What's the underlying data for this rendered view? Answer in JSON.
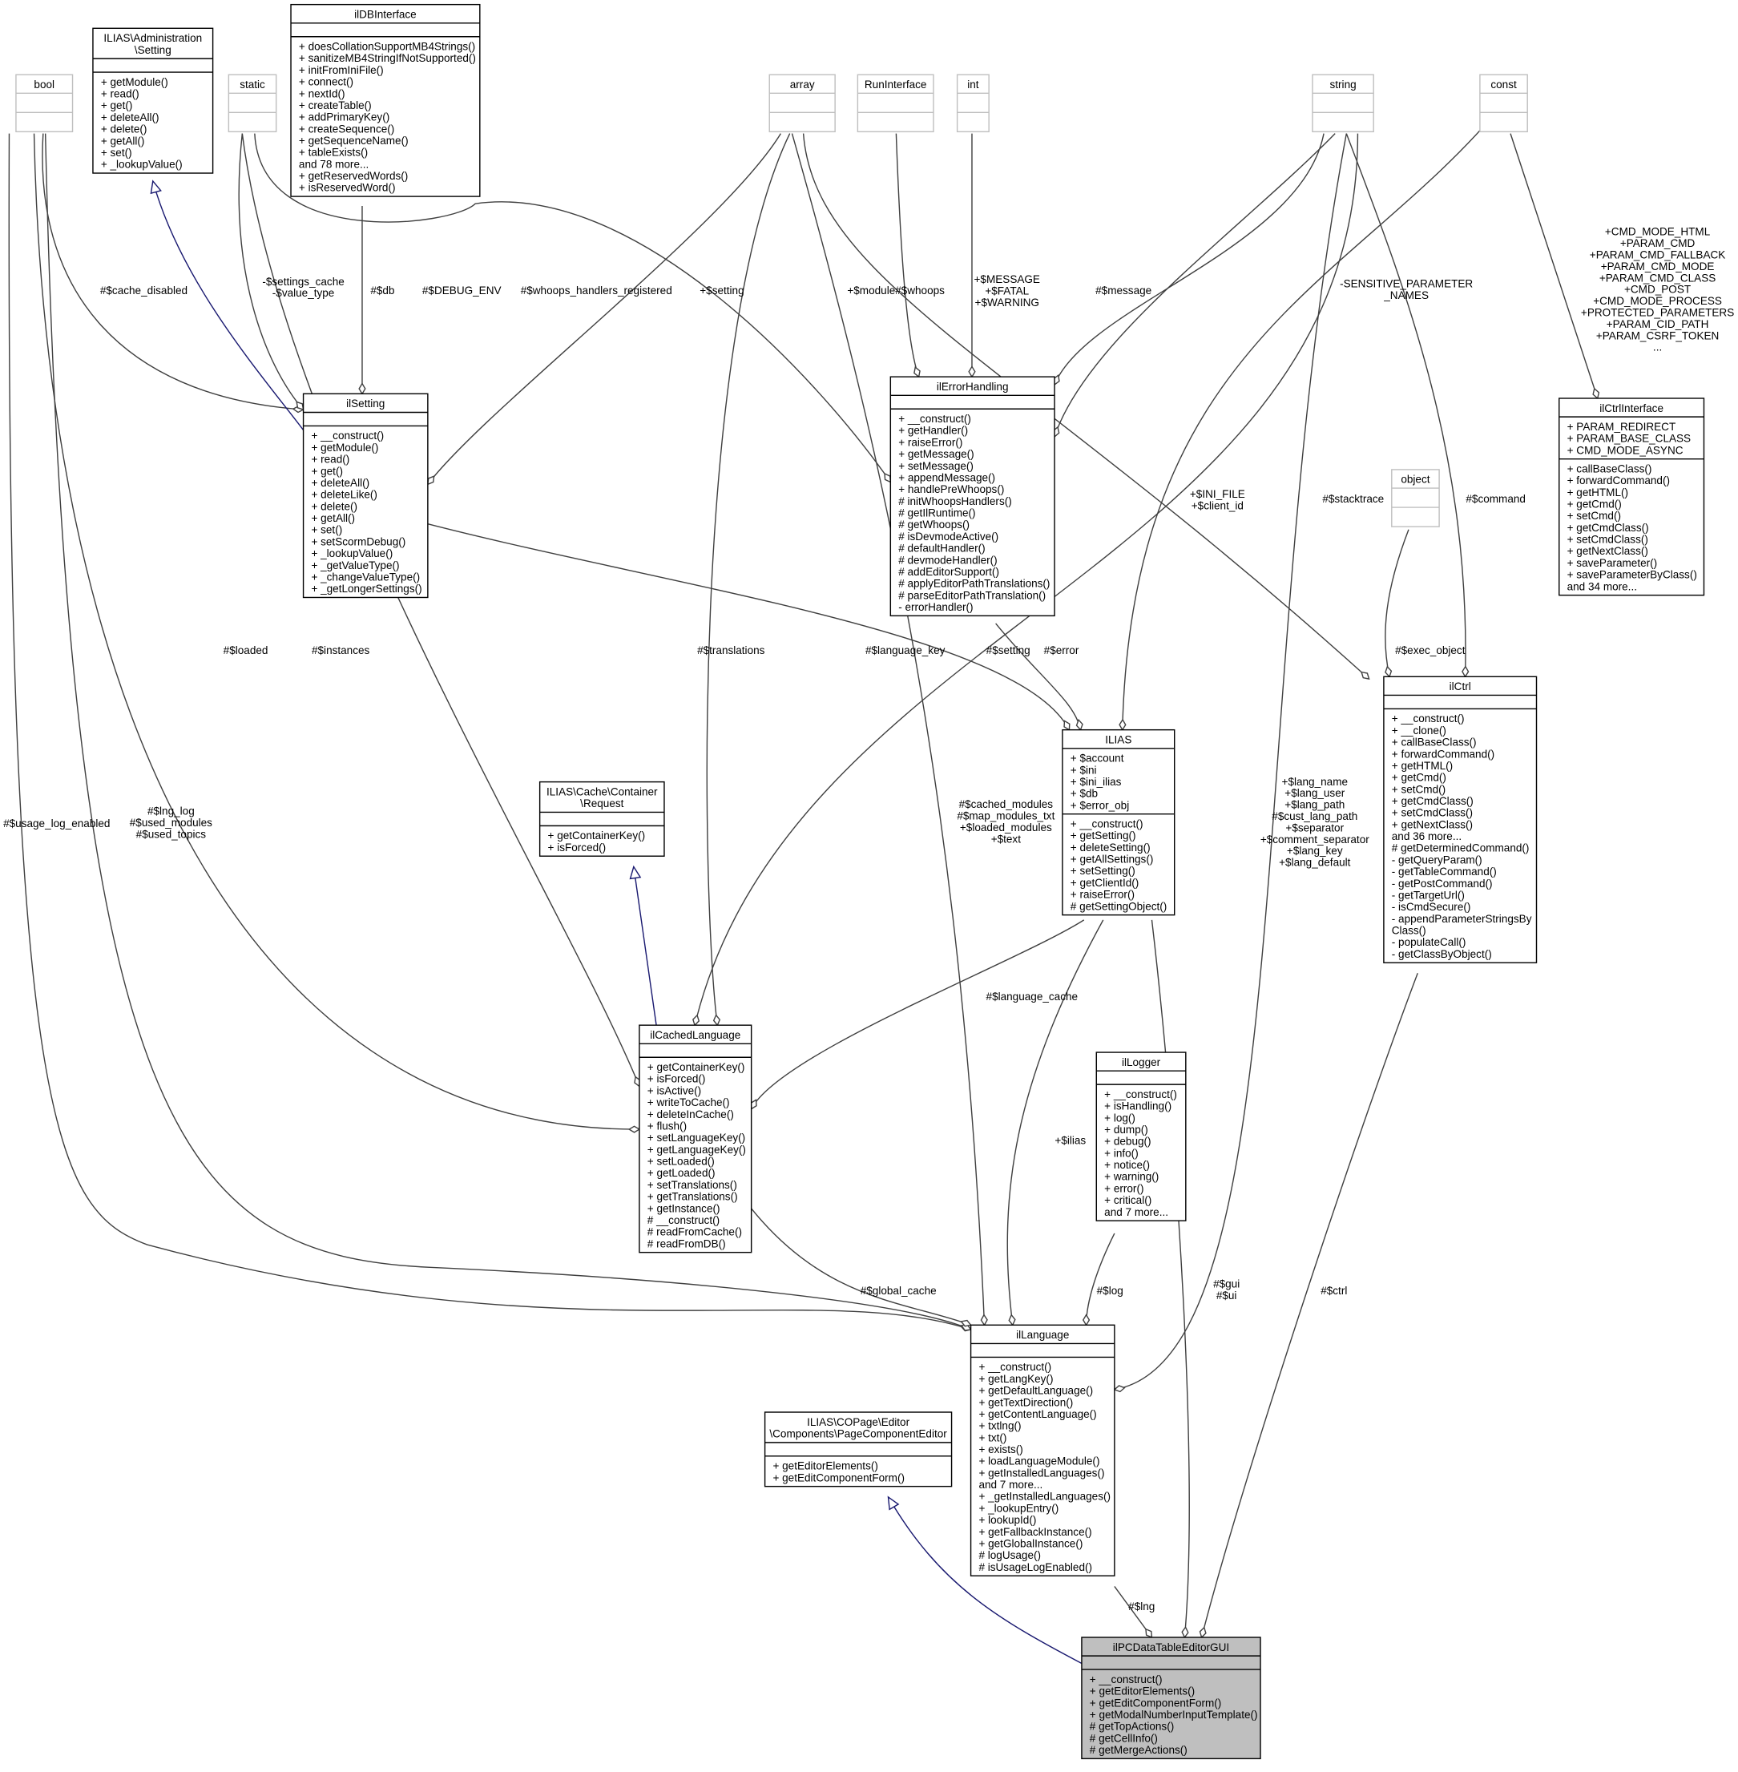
{
  "classes": {
    "bool": {
      "name": [
        "bool"
      ],
      "attributes": [],
      "methods": [],
      "primitive": true
    },
    "adminSetting": {
      "name": [
        "ILIAS\\Administration",
        "\\Setting"
      ],
      "attributes": [],
      "methods": [
        "+ getModule()",
        "+ read()",
        "+ get()",
        "+ deleteAll()",
        "+ delete()",
        "+ getAll()",
        "+ set()",
        "+ _lookupValue()"
      ]
    },
    "static": {
      "name": [
        "static"
      ],
      "attributes": [],
      "methods": [],
      "primitive": true
    },
    "ilDBInterface": {
      "name": [
        "ilDBInterface"
      ],
      "attributes": [],
      "methods": [
        "+ doesCollationSupportMB4Strings()",
        "+ sanitizeMB4StringIfNotSupported()",
        "+ initFromIniFile()",
        "+ connect()",
        "+ nextId()",
        "+ createTable()",
        "+ addPrimaryKey()",
        "+ createSequence()",
        "+ getSequenceName()",
        "+ tableExists()",
        "and 78 more...",
        "+ getReservedWords()",
        "+ isReservedWord()"
      ]
    },
    "array": {
      "name": [
        "array"
      ],
      "attributes": [],
      "methods": [],
      "primitive": true
    },
    "RunInterface": {
      "name": [
        "RunInterface"
      ],
      "attributes": [],
      "methods": [],
      "primitive": true
    },
    "int": {
      "name": [
        "int"
      ],
      "attributes": [],
      "methods": [],
      "primitive": true
    },
    "string": {
      "name": [
        "string"
      ],
      "attributes": [],
      "methods": [],
      "primitive": true
    },
    "const": {
      "name": [
        "const"
      ],
      "attributes": [],
      "methods": [],
      "primitive": true
    },
    "ilSetting": {
      "name": [
        "ilSetting"
      ],
      "attributes": [],
      "methods": [
        "+ __construct()",
        "+ getModule()",
        "+ read()",
        "+ get()",
        "+ deleteAll()",
        "+ deleteLike()",
        "+ delete()",
        "+ getAll()",
        "+ set()",
        "+ setScormDebug()",
        "+ _lookupValue()",
        "+ _getValueType()",
        "+ _changeValueType()",
        "+ _getLongerSettings()"
      ]
    },
    "ilErrorHandling": {
      "name": [
        "ilErrorHandling"
      ],
      "attributes": [],
      "methods": [
        "+ __construct()",
        "+ getHandler()",
        "+ raiseError()",
        "+ getMessage()",
        "+ setMessage()",
        "+ appendMessage()",
        "+ handlePreWhoops()",
        "# initWhoopsHandlers()",
        "# getIlRuntime()",
        "# getWhoops()",
        "# isDevmodeActive()",
        "# defaultHandler()",
        "# devmodeHandler()",
        "# addEditorSupport()",
        "# applyEditorPathTranslations()",
        "# parseEditorPathTranslation()",
        "- errorHandler()"
      ]
    },
    "ilCtrlInterface": {
      "name": [
        "ilCtrlInterface"
      ],
      "attributes": [
        "+ PARAM_REDIRECT",
        "+ PARAM_BASE_CLASS",
        "+ CMD_MODE_ASYNC"
      ],
      "methods": [
        "+ callBaseClass()",
        "+ forwardCommand()",
        "+ getHTML()",
        "+ getCmd()",
        "+ setCmd()",
        "+ getCmdClass()",
        "+ setCmdClass()",
        "+ getNextClass()",
        "+ saveParameter()",
        "+ saveParameterByClass()",
        "and 34 more..."
      ]
    },
    "object": {
      "name": [
        "object"
      ],
      "attributes": [],
      "methods": [],
      "primitive": true
    },
    "ilCtrl": {
      "name": [
        "ilCtrl"
      ],
      "attributes": [],
      "methods": [
        "+ __construct()",
        "+ __clone()",
        "+ callBaseClass()",
        "+ forwardCommand()",
        "+ getHTML()",
        "+ getCmd()",
        "+ setCmd()",
        "+ getCmdClass()",
        "+ setCmdClass()",
        "+ getNextClass()",
        "and 36 more...",
        "# getDeterminedCommand()",
        "- getQueryParam()",
        "- getTableCommand()",
        "- getPostCommand()",
        "- getTargetUrl()",
        "- isCmdSecure()",
        "- appendParameterStringsBy",
        "Class()",
        "- populateCall()",
        "- getClassByObject()"
      ]
    },
    "ILIAS": {
      "name": [
        "ILIAS"
      ],
      "attributes": [
        "+ $account",
        "+ $ini",
        "+ $ini_ilias",
        "+ $db",
        "+ $error_obj"
      ],
      "methods": [
        "+ __construct()",
        "+ getSetting()",
        "+ deleteSetting()",
        "+ getAllSettings()",
        "+ setSetting()",
        "+ getClientId()",
        "+ raiseError()",
        "# getSettingObject()"
      ]
    },
    "cacheRequest": {
      "name": [
        "ILIAS\\Cache\\Container",
        "\\Request"
      ],
      "attributes": [],
      "methods": [
        "+ getContainerKey()",
        "+ isForced()"
      ]
    },
    "ilCachedLanguage": {
      "name": [
        "ilCachedLanguage"
      ],
      "attributes": [],
      "methods": [
        "+ getContainerKey()",
        "+ isForced()",
        "+ isActive()",
        "+ writeToCache()",
        "+ deleteInCache()",
        "+ flush()",
        "+ setLanguageKey()",
        "+ getLanguageKey()",
        "+ setLoaded()",
        "+ getLoaded()",
        "+ setTranslations()",
        "+ getTranslations()",
        "+ getInstance()",
        "# __construct()",
        "# readFromCache()",
        "# readFromDB()"
      ]
    },
    "ilLogger": {
      "name": [
        "ilLogger"
      ],
      "attributes": [],
      "methods": [
        "+ __construct()",
        "+ isHandling()",
        "+ log()",
        "+ dump()",
        "+ debug()",
        "+ info()",
        "+ notice()",
        "+ warning()",
        "+ error()",
        "+ critical()",
        "and 7 more..."
      ]
    },
    "ilLanguage": {
      "name": [
        "ilLanguage"
      ],
      "attributes": [],
      "methods": [
        "+ __construct()",
        "+ getLangKey()",
        "+ getDefaultLanguage()",
        "+ getTextDirection()",
        "+ getContentLanguage()",
        "+ txtlng()",
        "+ txt()",
        "+ exists()",
        "+ loadLanguageModule()",
        "+ getInstalledLanguages()",
        "and 7 more...",
        "+ _getInstalledLanguages()",
        "+ _lookupEntry()",
        "+ lookupId()",
        "+ getFallbackInstance()",
        "+ getGlobalInstance()",
        "# logUsage()",
        "# isUsageLogEnabled()"
      ]
    },
    "pageComponentEditor": {
      "name": [
        "ILIAS\\COPage\\Editor",
        "\\Components\\PageComponentEditor"
      ],
      "attributes": [],
      "methods": [
        "+ getEditorElements()",
        "+ getEditComponentForm()"
      ]
    },
    "ilPCDataTableEditorGUI": {
      "name": [
        "ilPCDataTableEditorGUI"
      ],
      "attributes": [],
      "methods": [
        "+ __construct()",
        "+ getEditorElements()",
        "+ getEditComponentForm()",
        "+ getModalNumberInputTemplate()",
        "# getTopActions()",
        "# getCellInfo()",
        "# getMergeActions()"
      ],
      "highlight": true
    }
  },
  "edge_labels": {
    "cache_disabled": [
      "#$cache_disabled"
    ],
    "settings_cache": [
      "-$settings_cache",
      "-$value_type"
    ],
    "db": [
      "#$db"
    ],
    "debug_env": [
      "#$DEBUG_ENV"
    ],
    "whoops_reg": [
      "#$whoops_handlers_registered"
    ],
    "setting_plus": [
      "+$setting"
    ],
    "module": [
      "+$module"
    ],
    "whoops": [
      "#$whoops"
    ],
    "message_consts": [
      "+$MESSAGE",
      "+$FATAL",
      "+$WARNING"
    ],
    "message": [
      "#$message"
    ],
    "sensitive": [
      "-SENSITIVE_PARAMETER",
      "_NAMES"
    ],
    "ctrl_consts": [
      "+CMD_MODE_HTML",
      "+PARAM_CMD",
      "+PARAM_CMD_FALLBACK",
      "+PARAM_CMD_MODE",
      "+PARAM_CMD_CLASS",
      "+CMD_POST",
      "+CMD_MODE_PROCESS",
      "+PROTECTED_PARAMETERS",
      "+PARAM_CID_PATH",
      "+PARAM_CSRF_TOKEN",
      "..."
    ],
    "ini_file": [
      "+$INI_FILE",
      "+$client_id"
    ],
    "stacktrace": [
      "#$stacktrace"
    ],
    "command": [
      "#$command"
    ],
    "exec_object": [
      "#$exec_object"
    ],
    "loaded": [
      "#$loaded"
    ],
    "instances": [
      "#$instances"
    ],
    "translations": [
      "#$translations"
    ],
    "language_key": [
      "#$language_key"
    ],
    "setting_hash": [
      "#$setting"
    ],
    "error": [
      "#$error"
    ],
    "usage_log": [
      "#$usage_log_enabled"
    ],
    "lng_log": [
      "#$lng_log",
      "#$used_modules",
      "#$used_topics"
    ],
    "cached_modules": [
      "#$cached_modules",
      "#$map_modules_txt",
      "+$loaded_modules",
      "+$text"
    ],
    "lang_vars": [
      "+$lang_name",
      "+$lang_user",
      "+$lang_path",
      "#$cust_lang_path",
      "+$separator",
      "+$comment_separator",
      "+$lang_key",
      "+$lang_default"
    ],
    "language_cache": [
      "#$language_cache"
    ],
    "ilias": [
      "+$ilias"
    ],
    "log": [
      "#$log"
    ],
    "global_cache": [
      "#$global_cache"
    ],
    "gui": [
      "#$gui",
      "#$ui"
    ],
    "ctrl": [
      "#$ctrl"
    ],
    "lng": [
      "#$lng"
    ]
  },
  "colors": {
    "inheritance_edge": "#191970",
    "usage_edge": "#404040",
    "highlight_fill": "#bfbfbf",
    "primitive_border": "#bfbfbf"
  }
}
